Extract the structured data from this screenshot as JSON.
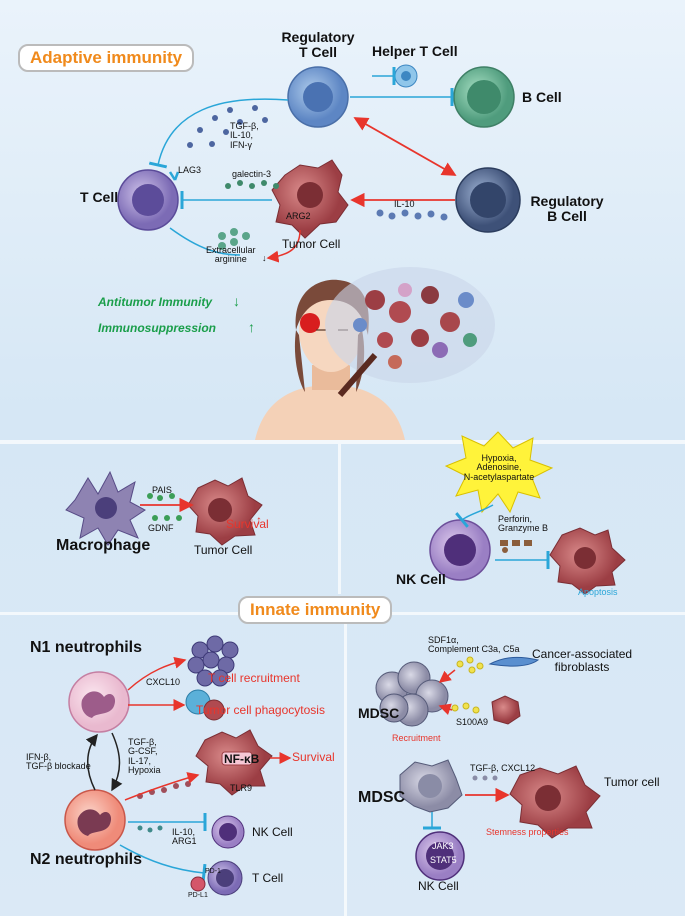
{
  "adaptive": {
    "title": "Adaptive immunity",
    "regulatory_t_cell": "Regulatory\nT Cell",
    "helper_t_cell": "Helper T Cell",
    "b_cell": "B Cell",
    "t_cell": "T Cell",
    "regulatory_b_cell": "Regulatory\nB Cell",
    "tumor_cell": "Tumor Cell",
    "cytokines": "TGF-β,\nIL-10,\nIFN-γ",
    "lag3": "LAG3",
    "galectin3": "galectin-3",
    "arg2": "ARG2",
    "il10": "IL-10",
    "extracellular_arginine": "Extracellular\narginine",
    "arrow_down": "↓",
    "antitumor_immunity": "Antitumor Immunity",
    "immunosuppression": "Immunosuppression",
    "down": "↓",
    "up": "↑"
  },
  "innate": {
    "title": "Innate immunity",
    "macrophage": "Macrophage",
    "pais": "PAIS",
    "gdnf": "GDNF",
    "survival": "Survival",
    "up": "↑",
    "tumor_cell": "Tumor Cell",
    "hypoxia_star": "Hypoxia,\nAdenosine,\nN-acetylaspartate",
    "perforin": "Perforin,\nGranzyme B",
    "nk_cell": "NK Cell",
    "apoptosis": "Apoptosis",
    "n1_neutrophils": "N1 neutrophils",
    "cxcl10": "CXCL10",
    "t_cell_recruitment": "T cell recruitment",
    "tumor_cell_phagocytosis": "Tumor cell phagocytosis",
    "ifn_beta": "IFN-β,\nTGF-β blockade",
    "tgf_list": "TGF-β,\nG-CSF,\nIL-17,\nHypoxia",
    "nf_kb": "NF-κB",
    "n2_survival": "Survival",
    "tlr9": "TLR9",
    "il10_arg1": "IL-10,\nARG1",
    "n2_nk_cell": "NK Cell",
    "n2_neutrophils": "N2 neutrophils",
    "n2_t_cell": "T Cell",
    "pd1": "PD-1",
    "pdl1": "PD-L1",
    "sdf": "SDF1α,\nComplement C3a, C5a",
    "caf": "Cancer-associated\nfibroblasts",
    "mdsc_top": "MDSC",
    "s100a9": "S100A9",
    "recruitment": "Recruitment",
    "tgf_cxcl12": "TGF-β, CXCL12",
    "mdsc_bottom": "MDSC",
    "tumor_cell_right": "Tumor cell",
    "stemness": "Stemness properties",
    "jak3": "JAK3",
    "stat5": "STAT5",
    "mdsc_nk_cell": "NK Cell"
  }
}
